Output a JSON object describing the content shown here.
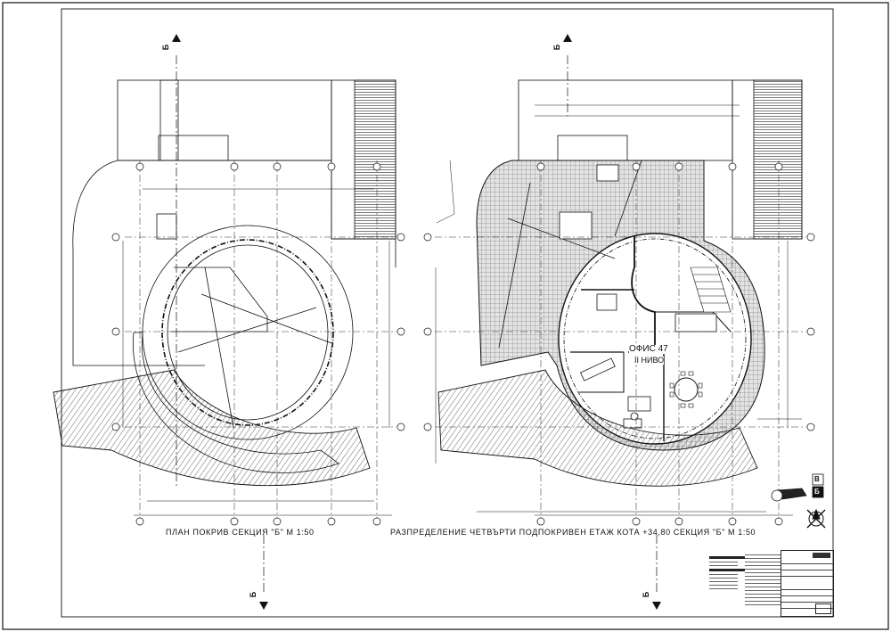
{
  "left_plan": {
    "title": "ПЛАН ПОКРИВ СЕКЦИЯ \"Б\"   М  1:50",
    "section_marker": "Б"
  },
  "right_plan": {
    "title": "РАЗПРЕДЕЛЕНИЕ ЧЕТВЪРТИ ПОДПОКРИВЕН ЕТАЖ КОТА +34,80 СЕКЦИЯ \"Б\"   М  1:50",
    "section_marker": "Б",
    "office_label": "ОФИС 47",
    "level_label": "II НИВО"
  },
  "key_plan": {
    "upper": "В",
    "lower": "Б"
  },
  "colors": {
    "line": "#111111",
    "hatch_fill": "#d9d9d9"
  }
}
